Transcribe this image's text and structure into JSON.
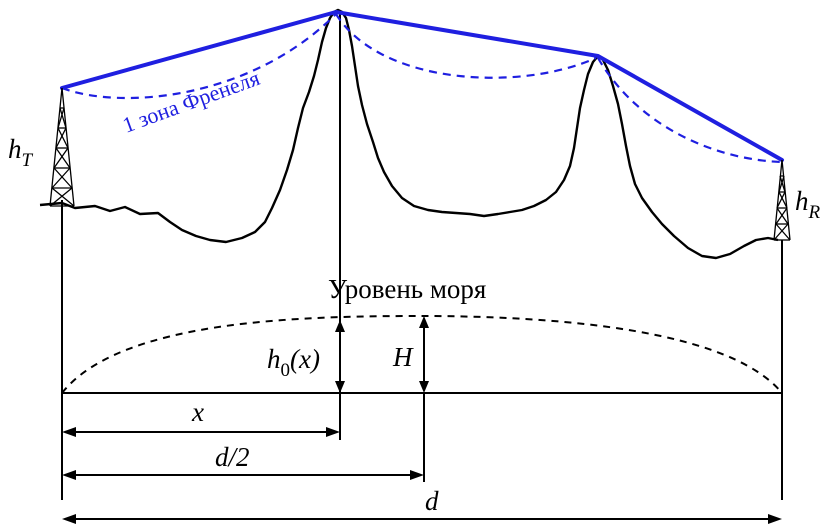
{
  "colors": {
    "line_of_sight": "#1f1fe0",
    "fresnel_zone": "#1f1fe0",
    "terrain": "#000000"
  },
  "icons": {
    "transmitter": "radio-tower-icon",
    "receiver": "radio-tower-icon"
  },
  "labels": {
    "fresnel_zone": "1 зона Френеля",
    "sea_level": "Уровень моря",
    "transmitter_height": "h",
    "transmitter_height_sub": "T",
    "receiver_height": "h",
    "receiver_height_sub": "R",
    "bulge_height_main": "h",
    "bulge_height_sub": "0",
    "bulge_height_arg": "(x)",
    "max_bulge": "H",
    "distance_x": "x",
    "half_distance": "d/2",
    "full_distance": "d"
  }
}
